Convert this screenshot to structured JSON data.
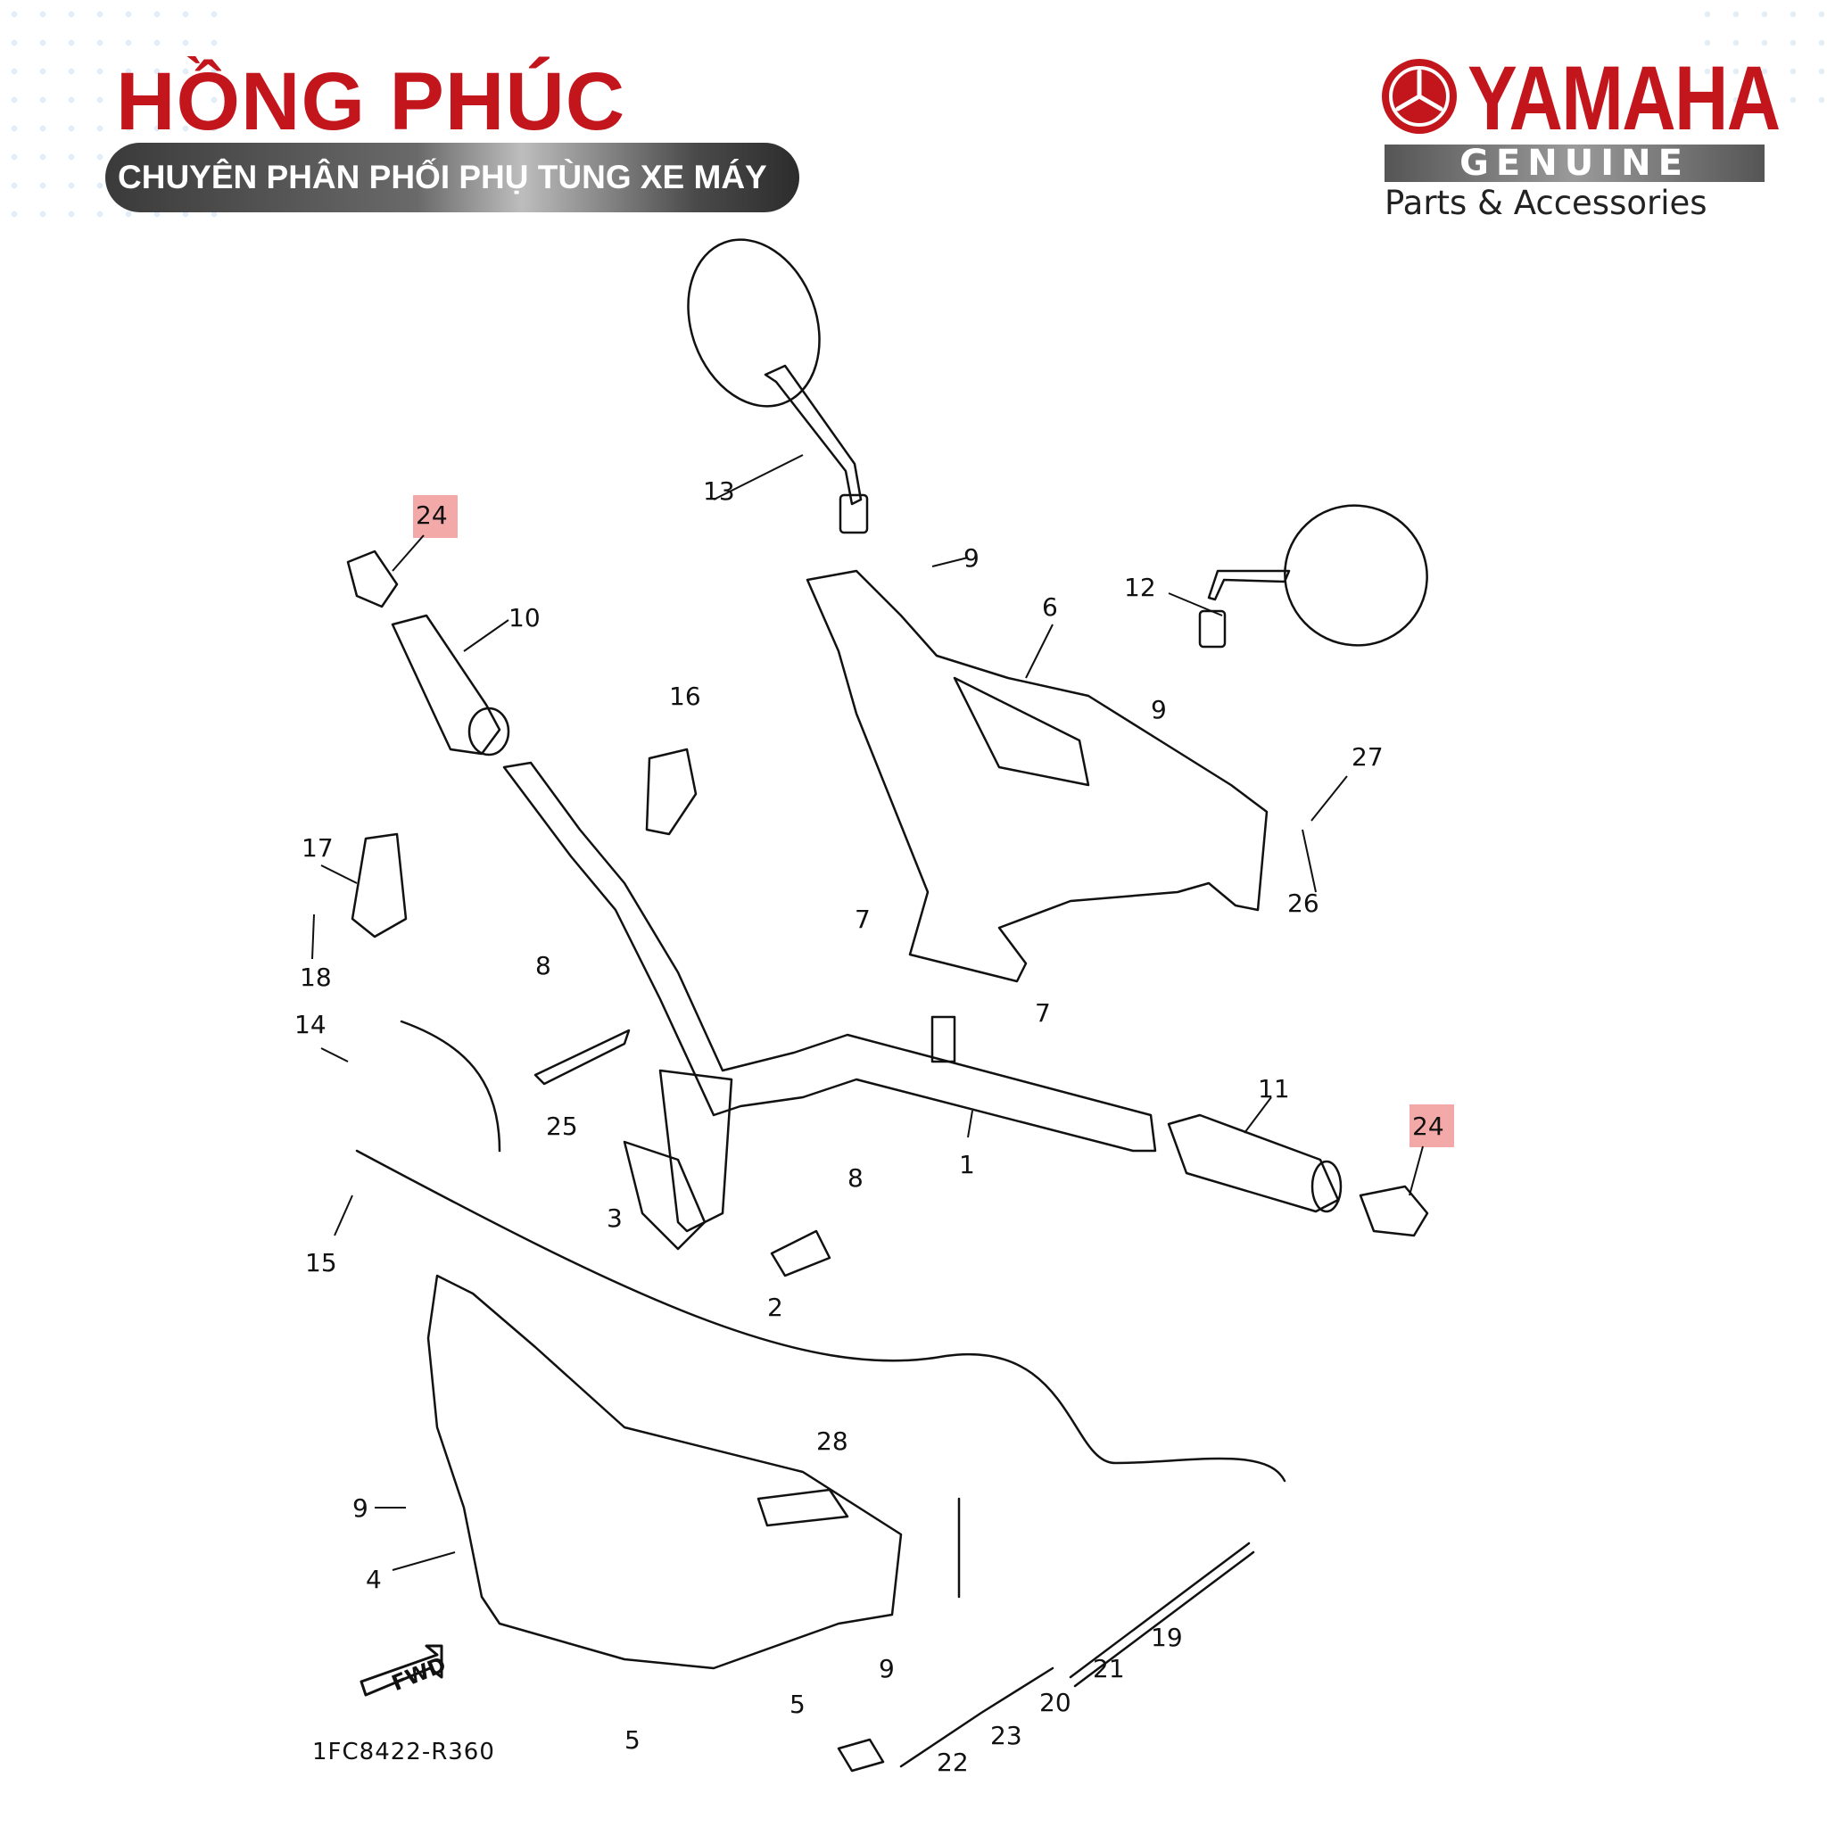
{
  "header": {
    "shop_name": "HỒNG PHÚC",
    "tagline": "CHUYÊN PHÂN PHỐI PHỤ TÙNG XE MÁY"
  },
  "logo": {
    "brand": "YAMAHA",
    "genuine": "GENUINE",
    "subtitle": "Parts & Accessories",
    "brand_color": "#c3161c",
    "emblem": "tuning-fork-emblem-icon"
  },
  "diagram": {
    "reference_code": "1FC8422-R360",
    "fwd_label": "FWD",
    "highlight_color": "#f4a9a9",
    "part_labels": [
      "1",
      "2",
      "3",
      "4",
      "5",
      "5",
      "6",
      "7",
      "7",
      "8",
      "8",
      "9",
      "9",
      "9",
      "9",
      "10",
      "11",
      "12",
      "13",
      "14",
      "15",
      "16",
      "17",
      "18",
      "19",
      "20",
      "21",
      "22",
      "23",
      "24",
      "24",
      "25",
      "26",
      "27",
      "28"
    ],
    "highlighted_parts": [
      "24"
    ]
  }
}
